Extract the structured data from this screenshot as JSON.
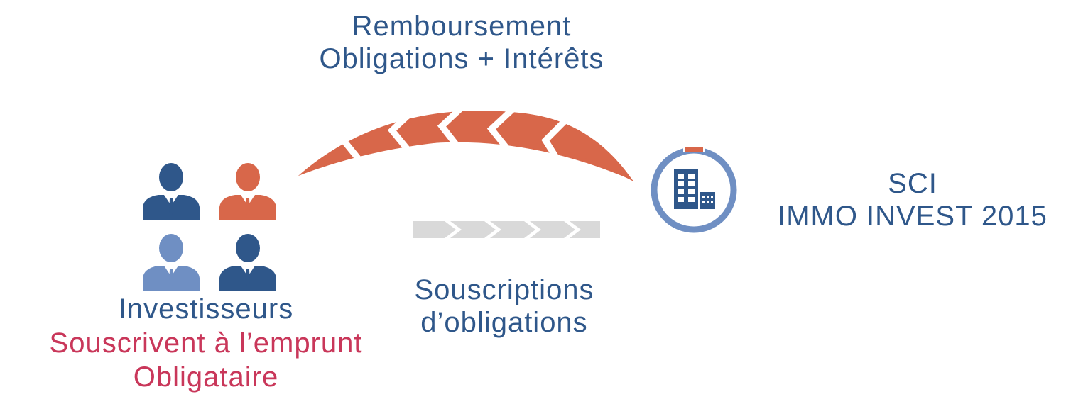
{
  "colors": {
    "navy": "#2f578a",
    "orange": "#d8674a",
    "light_blue": "#6f8fc3",
    "crimson": "#c9375a",
    "gray": "#d9d9d9"
  },
  "repayment": {
    "line1": "Remboursement",
    "line2": "Obligations + Intérêts"
  },
  "sci": {
    "line1": "SCI",
    "line2": "IMMO INVEST 2015"
  },
  "subscriptions": {
    "line1": "Souscriptions",
    "line2": "d’obligations"
  },
  "investors": {
    "title": "Investisseurs",
    "line2": "Souscrivent à l’emprunt",
    "line3": "Obligataire"
  },
  "icons": {
    "investors": [
      "person-icon",
      "person-icon",
      "person-icon",
      "person-icon"
    ],
    "company": "building-icon"
  }
}
